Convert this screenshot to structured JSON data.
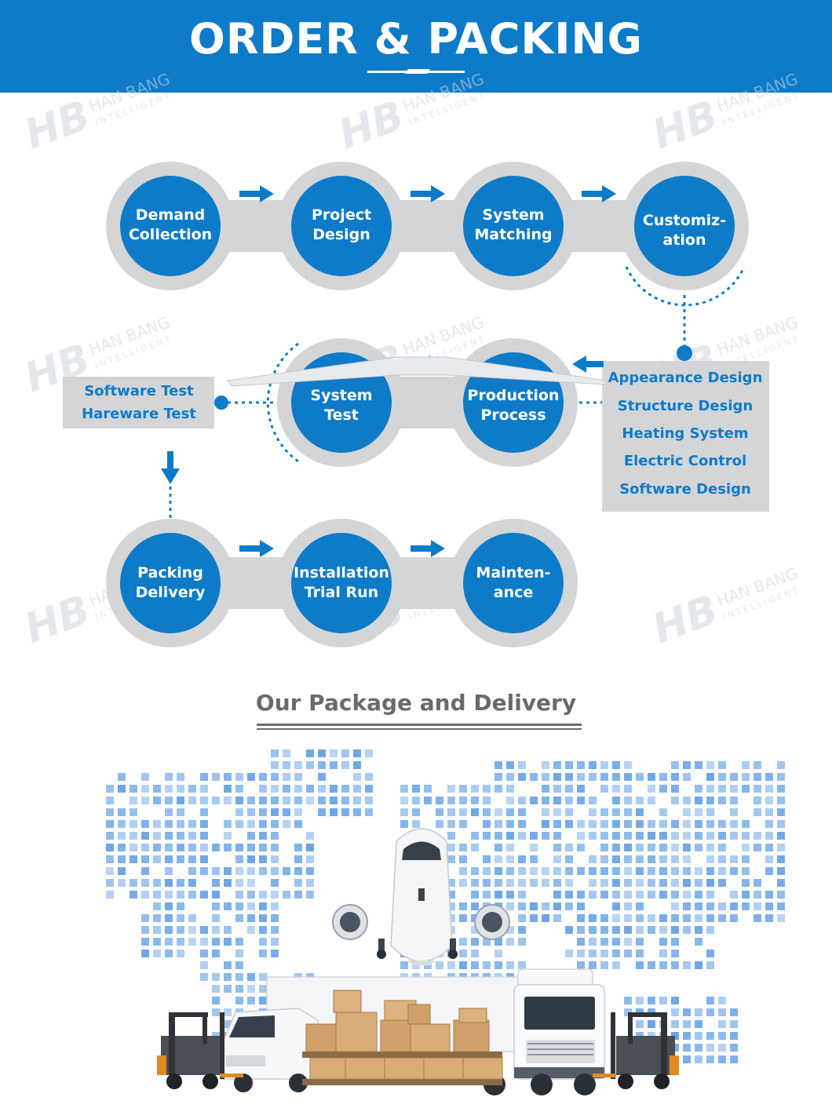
{
  "header": {
    "title": "ORDER & PACKING",
    "accent_color": "#0d7bc8"
  },
  "watermark": {
    "logo": "HB",
    "brand": "HAN BANG",
    "tagline": "INTELLIGENT"
  },
  "flow": {
    "row1": [
      "Demand Collection",
      "Project Design",
      "System Matching",
      "Customiz- ation"
    ],
    "row2": [
      "Production Process",
      "System Test"
    ],
    "row3": [
      "Packing Delivery",
      "Installation Trial Run",
      "Mainten- ance"
    ],
    "design_list": [
      "Appearance Design",
      "Structure Design",
      "Heating System",
      "Electric Control",
      "Software Design"
    ],
    "test_list": [
      "Software Test",
      "Hareware Test"
    ],
    "node_color": "#0d7bc8",
    "ring_color": "#d4d5d7"
  },
  "delivery": {
    "title": "Our Package and Delivery",
    "map_color": "#5b9be3"
  }
}
